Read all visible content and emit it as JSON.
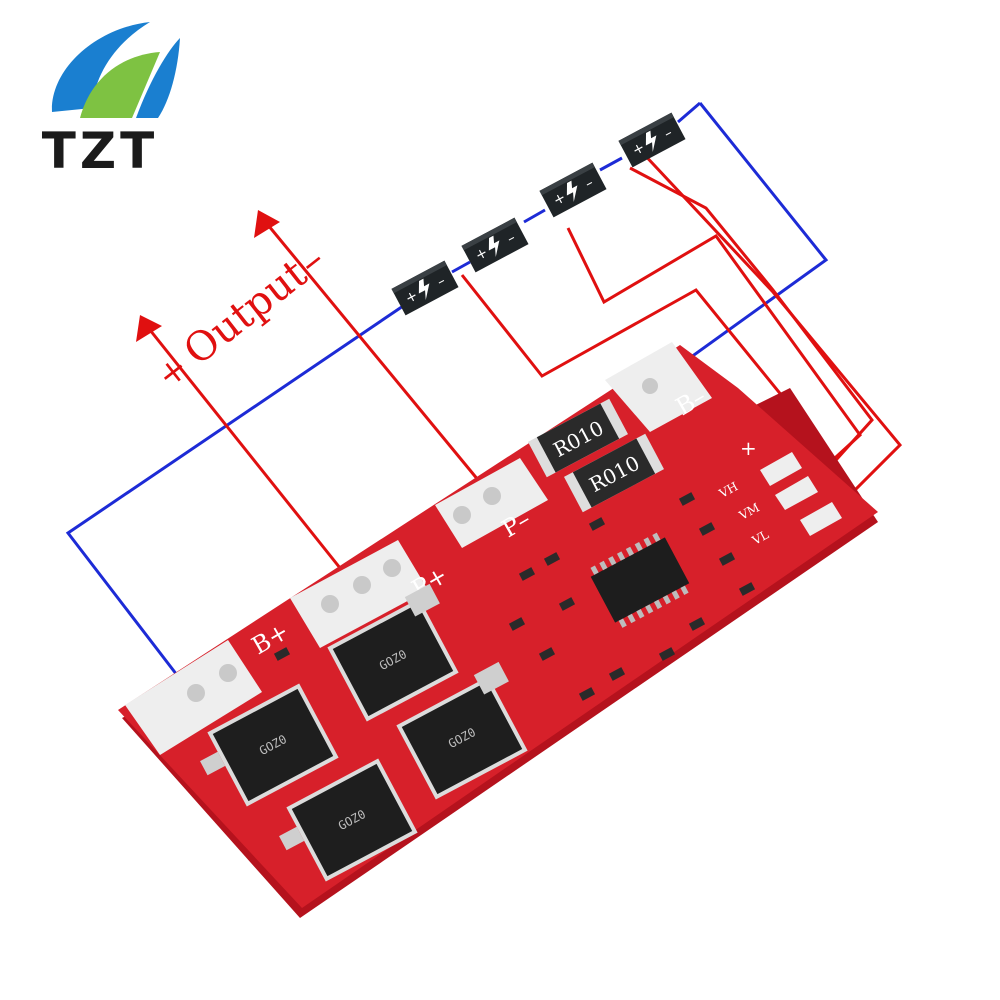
{
  "brand": {
    "name": "TZT",
    "colors": {
      "blue": "#1a7fd0",
      "green": "#7ec242",
      "text": "#1b1b1b"
    }
  },
  "annotations": {
    "plus": "+",
    "output": "Output",
    "minus": "–"
  },
  "board": {
    "pads": {
      "b_minus": "B–",
      "p_minus": "P–",
      "p_plus": "P+",
      "b_plus": "B+"
    },
    "sense_pins": {
      "plus": "+",
      "vh": "VH",
      "vm": "VM",
      "vl": "VL"
    },
    "resistor_marking": "R010",
    "mosfet_marking": [
      "GOZ0",
      "GOZ0",
      "GOZ0",
      "GOZ0"
    ],
    "colors": {
      "pcb": "#d7202a",
      "pcb_edge": "#b5121d",
      "pad": "#eeeeee",
      "wire_red": "#e01010",
      "wire_blue": "#1d2bd6"
    }
  },
  "cells": [
    {
      "plus": "+",
      "minus": "–",
      "symbol": "bolt"
    },
    {
      "plus": "+",
      "minus": "–",
      "symbol": "bolt"
    },
    {
      "plus": "+",
      "minus": "–",
      "symbol": "bolt"
    },
    {
      "plus": "+",
      "minus": "–",
      "symbol": "bolt"
    }
  ]
}
